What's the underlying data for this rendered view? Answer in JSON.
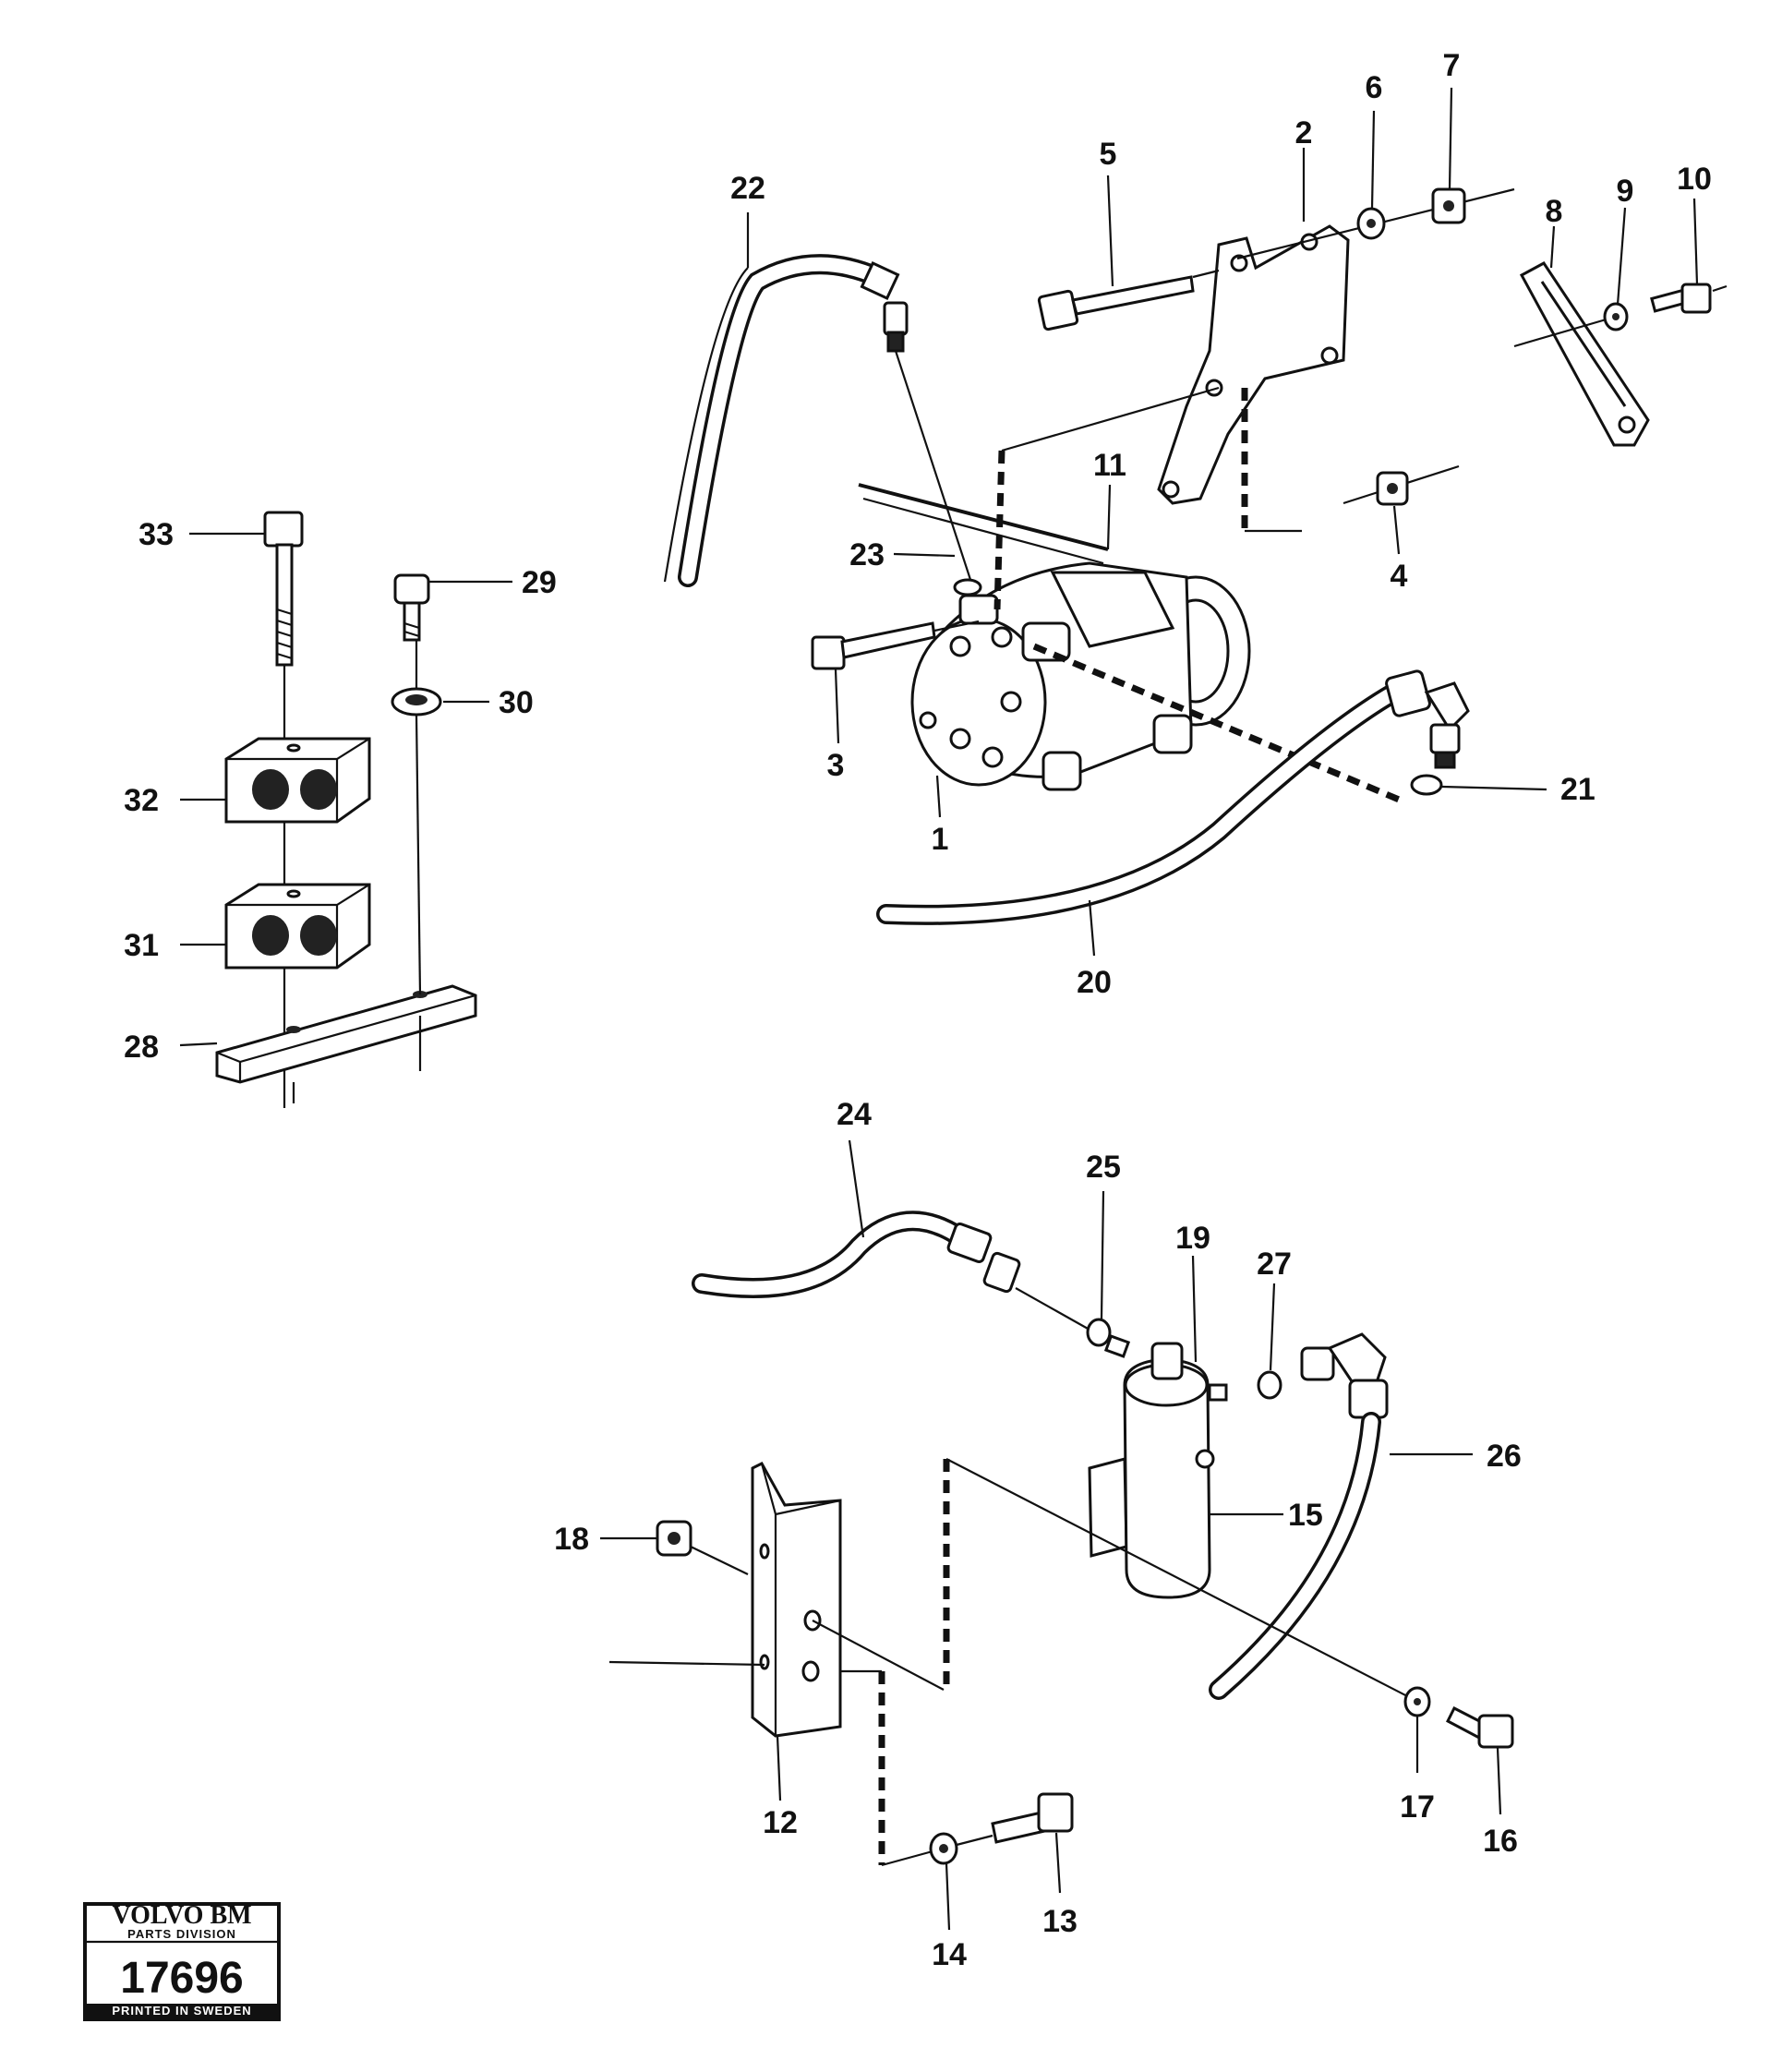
{
  "callouts": [
    "1",
    "2",
    "3",
    "4",
    "5",
    "6",
    "7",
    "8",
    "9",
    "10",
    "11",
    "12",
    "13",
    "14",
    "15",
    "16",
    "17",
    "18",
    "19",
    "20",
    "21",
    "22",
    "23",
    "24",
    "25",
    "26",
    "27",
    "28",
    "29",
    "30",
    "31",
    "32",
    "33"
  ],
  "stamp": {
    "brand": "VOLVO BM",
    "division": "PARTS DIVISION",
    "number": "17696",
    "printed": "PRINTED IN SWEDEN"
  }
}
